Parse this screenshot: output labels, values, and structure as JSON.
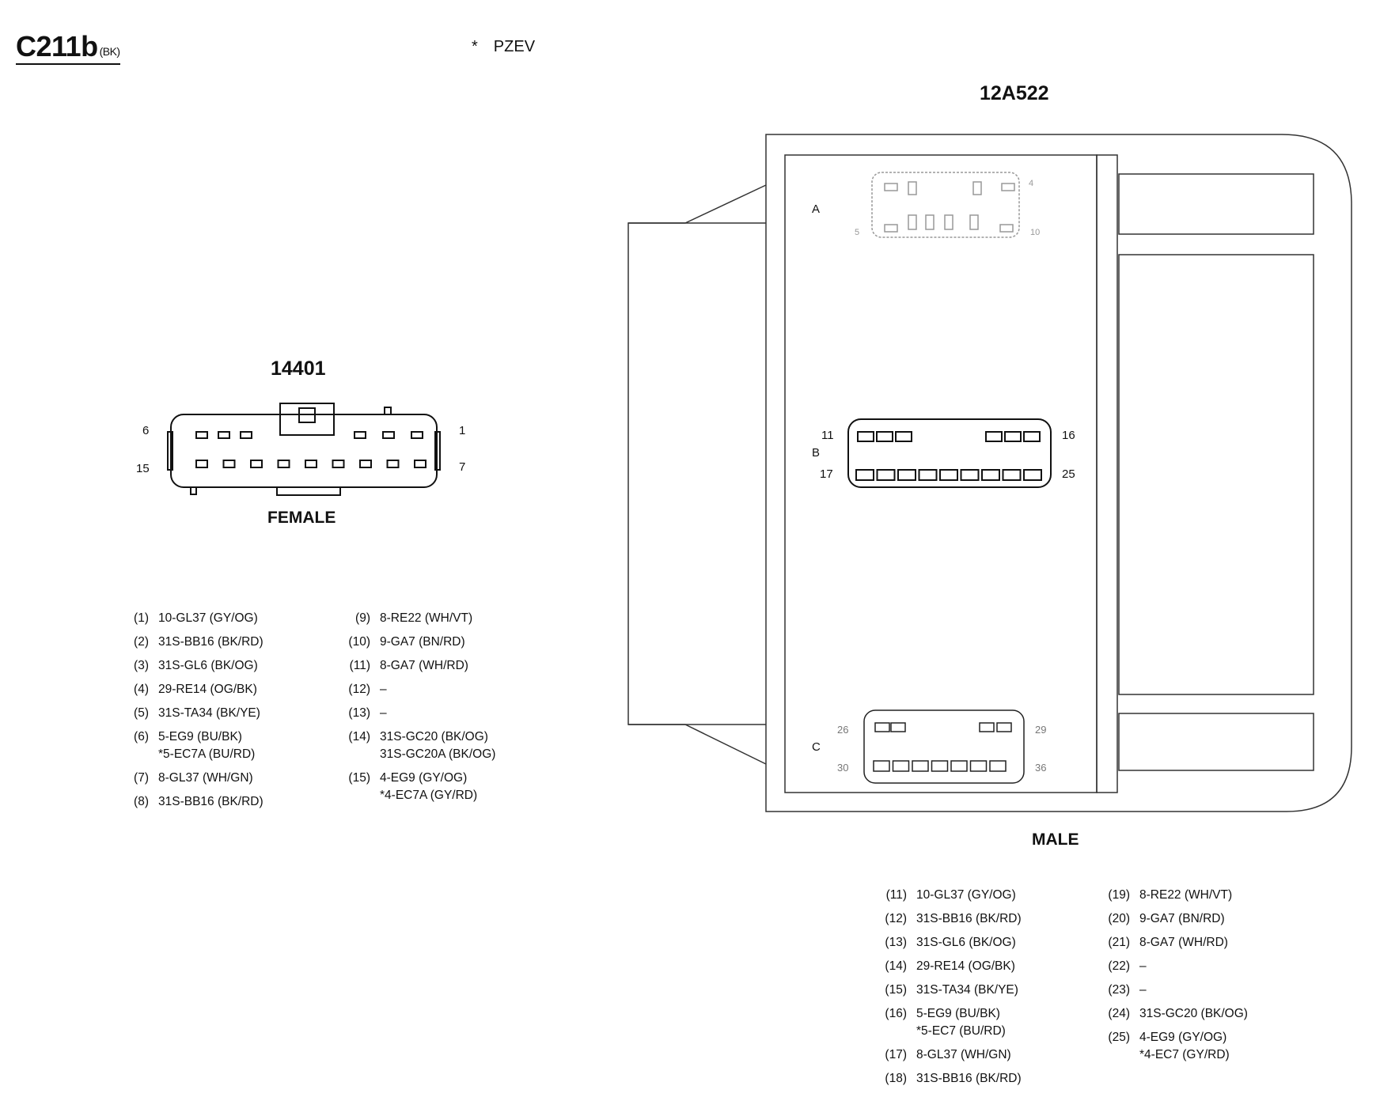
{
  "header": {
    "connector_id": "C211b",
    "color_code": "(BK)",
    "note_symbol": "*",
    "note_text": "PZEV"
  },
  "female_connector": {
    "part_number": "14401",
    "gender_label": "FEMALE",
    "pin_numbers": {
      "top_left": "6",
      "top_right": "1",
      "bottom_left": "15",
      "bottom_right": "7"
    },
    "pins_left": [
      {
        "num": "(1)",
        "circuits": [
          "10-GL37 (GY/OG)"
        ]
      },
      {
        "num": "(2)",
        "circuits": [
          "31S-BB16 (BK/RD)"
        ]
      },
      {
        "num": "(3)",
        "circuits": [
          "31S-GL6 (BK/OG)"
        ]
      },
      {
        "num": "(4)",
        "circuits": [
          "29-RE14 (OG/BK)"
        ]
      },
      {
        "num": "(5)",
        "circuits": [
          "31S-TA34 (BK/YE)"
        ]
      },
      {
        "num": "(6)",
        "circuits": [
          "5-EG9 (BU/BK)",
          "*5-EC7A (BU/RD)"
        ]
      },
      {
        "num": "(7)",
        "circuits": [
          "8-GL37 (WH/GN)"
        ]
      },
      {
        "num": "(8)",
        "circuits": [
          "31S-BB16 (BK/RD)"
        ]
      }
    ],
    "pins_right": [
      {
        "num": "(9)",
        "circuits": [
          "8-RE22 (WH/VT)"
        ]
      },
      {
        "num": "(10)",
        "circuits": [
          "9-GA7 (BN/RD)"
        ]
      },
      {
        "num": "(11)",
        "circuits": [
          "8-GA7 (WH/RD)"
        ]
      },
      {
        "num": "(12)",
        "circuits": [
          "–"
        ]
      },
      {
        "num": "(13)",
        "circuits": [
          "–"
        ]
      },
      {
        "num": "(14)",
        "circuits": [
          "31S-GC20 (BK/OG)",
          "31S-GC20A (BK/OG)"
        ]
      },
      {
        "num": "(15)",
        "circuits": [
          "4-EG9 (GY/OG)",
          "*4-EC7A (GY/RD)"
        ]
      }
    ]
  },
  "male_connector": {
    "part_number": "12A522",
    "gender_label": "MALE",
    "sections": {
      "a": "A",
      "b": "B",
      "c": "C"
    },
    "a_pin_numbers": {
      "top_right": "4",
      "bottom_left": "5",
      "bottom_right": "10"
    },
    "b_pin_numbers": {
      "top_left": "11",
      "top_right": "16",
      "bottom_left": "17",
      "bottom_right": "25"
    },
    "c_pin_numbers": {
      "top_left": "26",
      "top_right": "29",
      "bottom_left": "30",
      "bottom_right": "36"
    },
    "pins_left": [
      {
        "num": "(11)",
        "circuits": [
          "10-GL37 (GY/OG)"
        ]
      },
      {
        "num": "(12)",
        "circuits": [
          "31S-BB16 (BK/RD)"
        ]
      },
      {
        "num": "(13)",
        "circuits": [
          "31S-GL6 (BK/OG)"
        ]
      },
      {
        "num": "(14)",
        "circuits": [
          "29-RE14 (OG/BK)"
        ]
      },
      {
        "num": "(15)",
        "circuits": [
          "31S-TA34 (BK/YE)"
        ]
      },
      {
        "num": "(16)",
        "circuits": [
          "5-EG9 (BU/BK)",
          "*5-EC7 (BU/RD)"
        ]
      },
      {
        "num": "(17)",
        "circuits": [
          "8-GL37 (WH/GN)"
        ]
      },
      {
        "num": "(18)",
        "circuits": [
          "31S-BB16 (BK/RD)"
        ]
      }
    ],
    "pins_right": [
      {
        "num": "(19)",
        "circuits": [
          "8-RE22 (WH/VT)"
        ]
      },
      {
        "num": "(20)",
        "circuits": [
          "9-GA7 (BN/RD)"
        ]
      },
      {
        "num": "(21)",
        "circuits": [
          "8-GA7 (WH/RD)"
        ]
      },
      {
        "num": "(22)",
        "circuits": [
          "–"
        ]
      },
      {
        "num": "(23)",
        "circuits": [
          "–"
        ]
      },
      {
        "num": "(24)",
        "circuits": [
          "31S-GC20 (BK/OG)"
        ]
      },
      {
        "num": "(25)",
        "circuits": [
          "4-EG9 (GY/OG)",
          "*4-EC7 (GY/RD)"
        ]
      }
    ]
  }
}
